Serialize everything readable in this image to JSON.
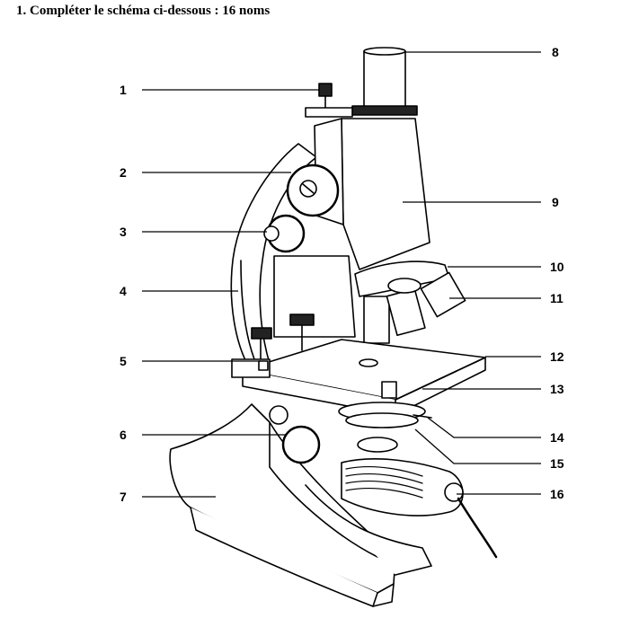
{
  "title": "1.   Compléter le schéma ci-dessous : 16 noms",
  "labels": [
    "1",
    "2",
    "3",
    "4",
    "5",
    "6",
    "7",
    "8",
    "9",
    "10",
    "11",
    "12",
    "13",
    "14",
    "15",
    "16"
  ],
  "colors": {
    "ink": "#000000",
    "background": "#ffffff"
  }
}
